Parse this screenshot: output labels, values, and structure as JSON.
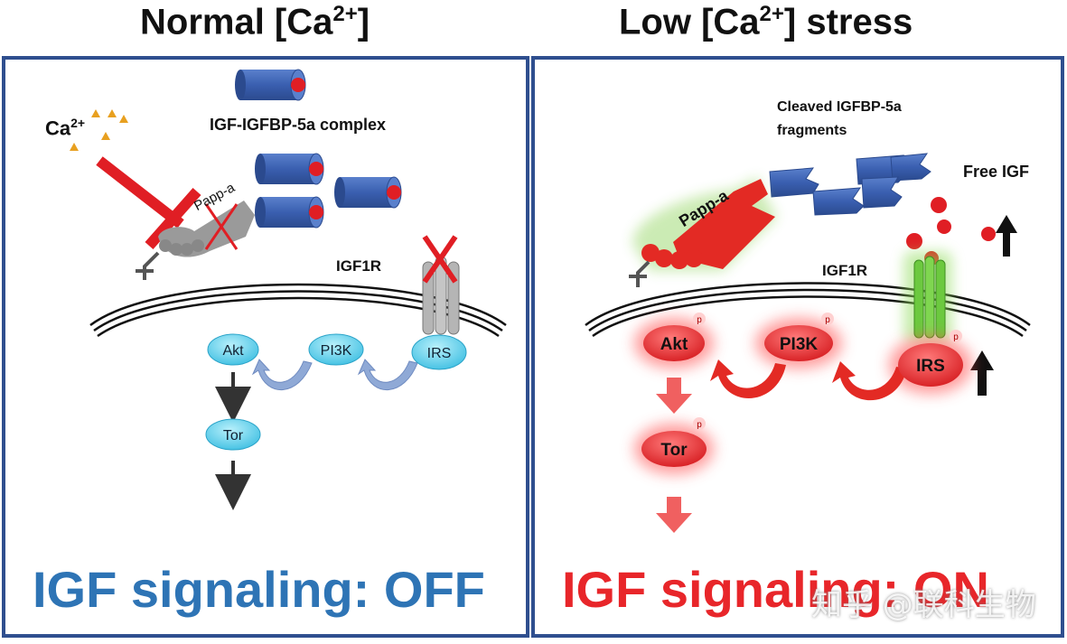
{
  "left": {
    "title_main": "Normal [Ca",
    "title_sup": "2+",
    "title_end": "]",
    "ion_label": "Ca",
    "ion_sup": "2+",
    "complex_label": "IGF-IGFBP-5a complex",
    "enzyme_label": "Papp-a",
    "receptor_label": "IGF1R",
    "nodes": {
      "akt": "Akt",
      "pi3k": "PI3K",
      "irs": "IRS",
      "tor": "Tor"
    },
    "status": "IGF signaling: OFF"
  },
  "right": {
    "title_main": "Low [Ca",
    "title_sup": "2+",
    "title_end": "] stress",
    "fragments_label_1": "Cleaved IGFBP-5a",
    "fragments_label_2": "fragments",
    "free_igf_label": "Free IGF",
    "enzyme_label": "Papp-a",
    "receptor_label": "IGF1R",
    "nodes": {
      "akt": "Akt",
      "pi3k": "PI3K",
      "irs": "IRS",
      "tor": "Tor"
    },
    "phospho_mark": "p",
    "status": "IGF signaling: ON"
  },
  "watermark": "知乎 @联科生物",
  "colors": {
    "border": "#2f4f8f",
    "off_text": "#2e74b5",
    "on_text": "#e8262a",
    "cylinder": "#3a5fb0",
    "igf": "#e01e24",
    "node_off": "#5fd3ee",
    "node_on": "#e8262a"
  }
}
